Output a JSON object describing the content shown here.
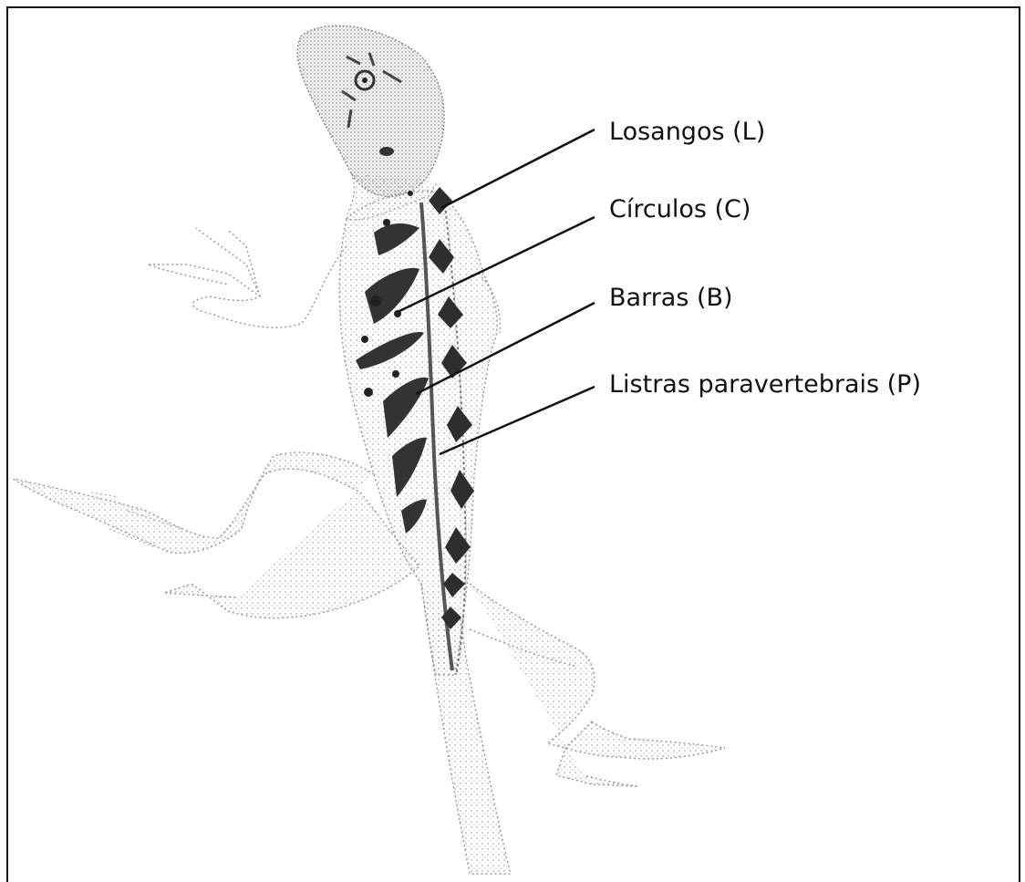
{
  "labels": {
    "losangos": "Losangos  (L)",
    "circulos": "Círculos  (C)",
    "barras": "Barras  (B)",
    "listras": "Listras paravertebrais  (P)"
  },
  "colors": {
    "outline": "#9a9a9a",
    "marking": "#2e2e2e",
    "stripe": "#555555",
    "frame": "#111111"
  }
}
